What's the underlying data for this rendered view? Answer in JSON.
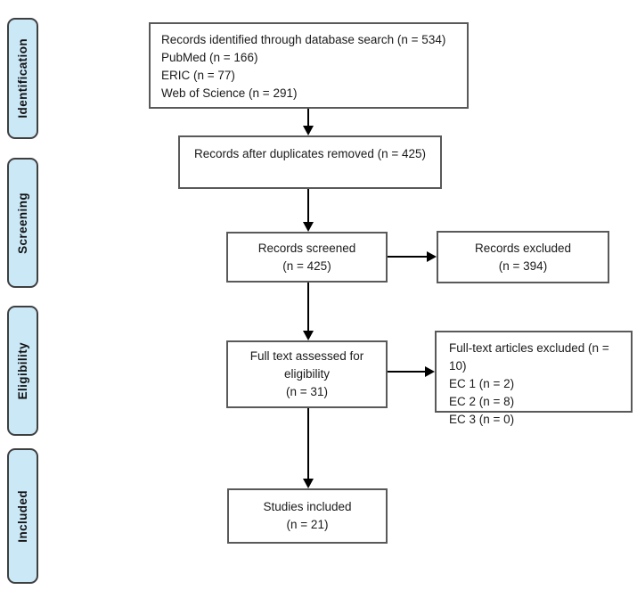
{
  "sidebar": {
    "labels": [
      {
        "id": "identification",
        "label": "Identification"
      },
      {
        "id": "screening",
        "label": "Screening"
      },
      {
        "id": "eligibility",
        "label": "Eligibility"
      },
      {
        "id": "included",
        "label": "Included"
      }
    ]
  },
  "boxes": {
    "identified": {
      "lines": [
        "Records identified through database search (n = 534)",
        "PubMed (n = 166)",
        "ERIC (n = 77)",
        "Web of Science (n = 291)"
      ]
    },
    "deduplicated": {
      "lines": [
        "Records after duplicates removed (n = 425)"
      ]
    },
    "screened": {
      "lines": [
        "Records screened",
        "(n = 425)"
      ]
    },
    "records_excluded": {
      "lines": [
        "Records excluded",
        "(n = 394)"
      ]
    },
    "full_text": {
      "lines": [
        "Full text assessed for",
        "eligibility",
        "(n = 31)"
      ]
    },
    "full_text_excluded": {
      "lines": [
        "Full-text articles excluded (n = 10)",
        "EC 1 (n = 2)",
        "EC 2 (n = 8)",
        "EC 3 (n = 0)"
      ]
    },
    "studies_included": {
      "lines": [
        "Studies included",
        "(n = 21)"
      ]
    }
  },
  "colors": {
    "stage_fill": "#cbe8f7",
    "stage_border": "#3f3f3f",
    "box_border": "#595959",
    "arrow": "#000000",
    "text": "#1a1a1a",
    "background": "#ffffff"
  }
}
